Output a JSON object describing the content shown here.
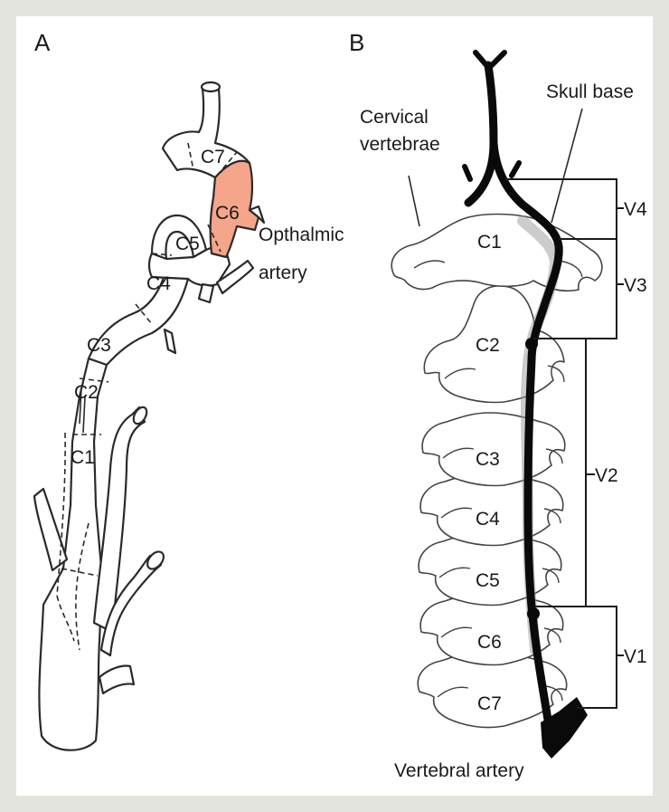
{
  "panel_a": {
    "letter": "A",
    "segments": [
      "C1",
      "C2",
      "C3",
      "C4",
      "C5",
      "C6",
      "C7"
    ],
    "annotation_line1": "Opthalmic",
    "annotation_line2": "artery",
    "highlight_color": "#f4a58a"
  },
  "panel_b": {
    "letter": "B",
    "vertebrae": [
      "C1",
      "C2",
      "C3",
      "C4",
      "C5",
      "C6",
      "C7"
    ],
    "label_cervical_1": "Cervical",
    "label_cervical_2": "vertebrae",
    "label_skull_base": "Skull base",
    "label_vertebral_artery": "Vertebral artery",
    "segments": [
      "V4",
      "V3",
      "V2",
      "V1"
    ]
  }
}
